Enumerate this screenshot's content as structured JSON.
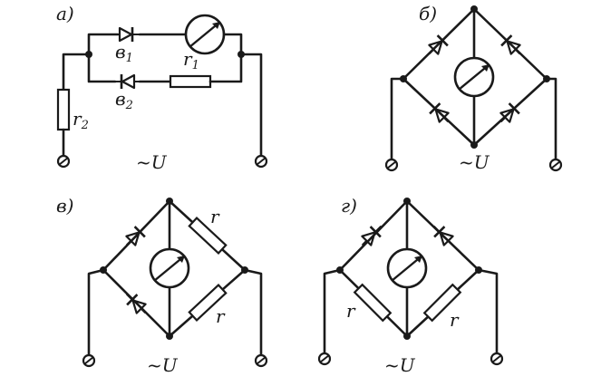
{
  "panels": {
    "a": {
      "label": "а)",
      "d1": "в",
      "d1_sub": "1",
      "d2": "в",
      "d2_sub": "2",
      "r1": "r",
      "r1_sub": "1",
      "r2": "r",
      "r2_sub": "2",
      "source": "~U"
    },
    "b": {
      "label": "б)",
      "source": "~U"
    },
    "v": {
      "label": "в)",
      "r_top": "r",
      "r_bottom": "r",
      "source": "~U"
    },
    "g": {
      "label": "г)",
      "r_left": "r",
      "r_right": "r",
      "source": "~U"
    }
  },
  "icons": [
    "diode-icon",
    "resistor-icon",
    "galvanometer-icon",
    "terminal-icon"
  ]
}
